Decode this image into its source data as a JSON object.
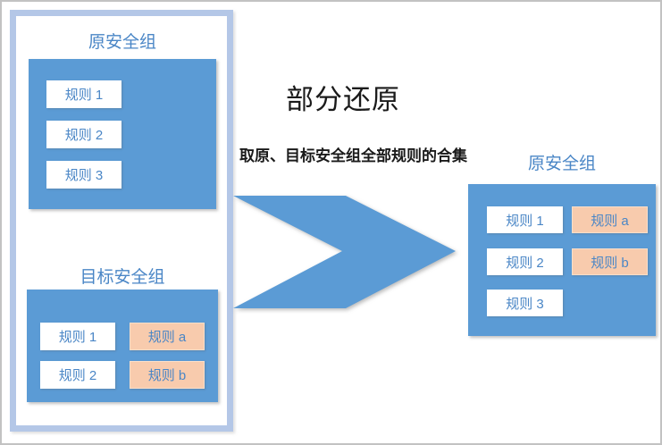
{
  "colors": {
    "box_blue": "#5b9bd5",
    "panel_border": "#b4c7e7",
    "peach_fill": "#f8cbad",
    "peach_border": "#fbdfca",
    "label_blue": "#4a86c6",
    "page_border": "#c2c2c2",
    "heading_black": "#1a1a1a"
  },
  "heading": {
    "title": "部分还原",
    "subtitle": "取原、目标安全组全部规则的合集"
  },
  "left_panel": {
    "source_group": {
      "title": "原安全组",
      "rules": [
        "规则 1",
        "规则 2",
        "规则 3"
      ]
    },
    "target_group": {
      "title": "目标安全组",
      "original_rules": [
        "规则 1",
        "规则 2"
      ],
      "added_rules": [
        "规则 a",
        "规则 b"
      ]
    }
  },
  "arrow_icon": "chevron-right",
  "result_group": {
    "title": "原安全组",
    "original_rules": [
      "规则 1",
      "规则 2",
      "规则 3"
    ],
    "added_rules": [
      "规则 a",
      "规则 b"
    ]
  }
}
